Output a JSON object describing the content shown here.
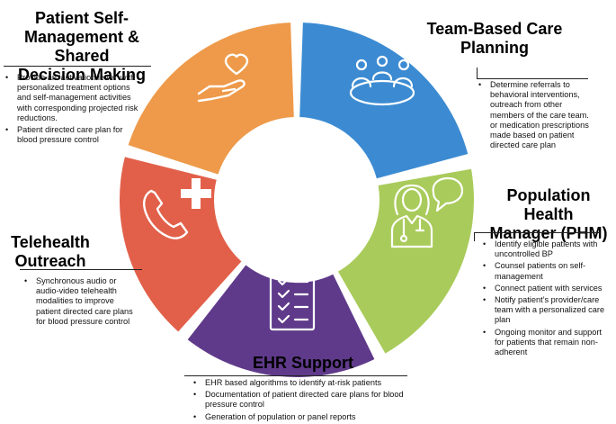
{
  "colors": {
    "orange": "#EE9A4A",
    "blue": "#3C8BD2",
    "green": "#A9CB5B",
    "purple": "#5F3A8A",
    "red": "#E2604A",
    "icon": "#ffffff"
  },
  "segments": [
    {
      "key": "self_management",
      "title_lines": [
        "Patient Self-",
        "Management & Shared",
        "Decision Making"
      ],
      "icon": "heart-in-hand-icon",
      "color": "#EE9A4A",
      "bullets": [
        "Provide an ‘activation letter’ with personalized treatment options and self-management activities with corresponding projected risk reductions.",
        "Patient directed care plan for blood pressure control"
      ]
    },
    {
      "key": "team_care",
      "title_lines": [
        "Team-Based Care",
        "Planning"
      ],
      "icon": "team-meeting-icon",
      "color": "#3C8BD2",
      "bullets": [
        "Determine referrals to behavioral interventions, outreach from other members of the care team. or medication prescriptions made based on patient directed care plan"
      ]
    },
    {
      "key": "phm",
      "title_lines": [
        "Population Health",
        "Manager (PHM)"
      ],
      "icon": "doctor-chat-icon",
      "color": "#A9CB5B",
      "bullets": [
        "Identify eligible patients with uncontrolled BP",
        "Counsel patients on self-management",
        "Connect patient with services",
        "Notify patient’s provider/care team with a personalized care plan",
        "Ongoing monitor and support for patients that remain non-adherent"
      ]
    },
    {
      "key": "ehr",
      "title_lines": [
        "EHR Support"
      ],
      "icon": "checklist-icon",
      "color": "#5F3A8A",
      "bullets": [
        "EHR based algorithms to identify at-risk patients",
        "Documentation of patient directed care plans for blood pressure control",
        "Generation of population or panel reports"
      ]
    },
    {
      "key": "telehealth",
      "title_lines": [
        "Telehealth",
        "Outreach"
      ],
      "icon": "phone-plus-icon",
      "color": "#E2604A",
      "bullets": [
        "Synchronous audio or audio-video telehealth modalities to improve patient directed care plans for blood pressure control"
      ]
    }
  ]
}
